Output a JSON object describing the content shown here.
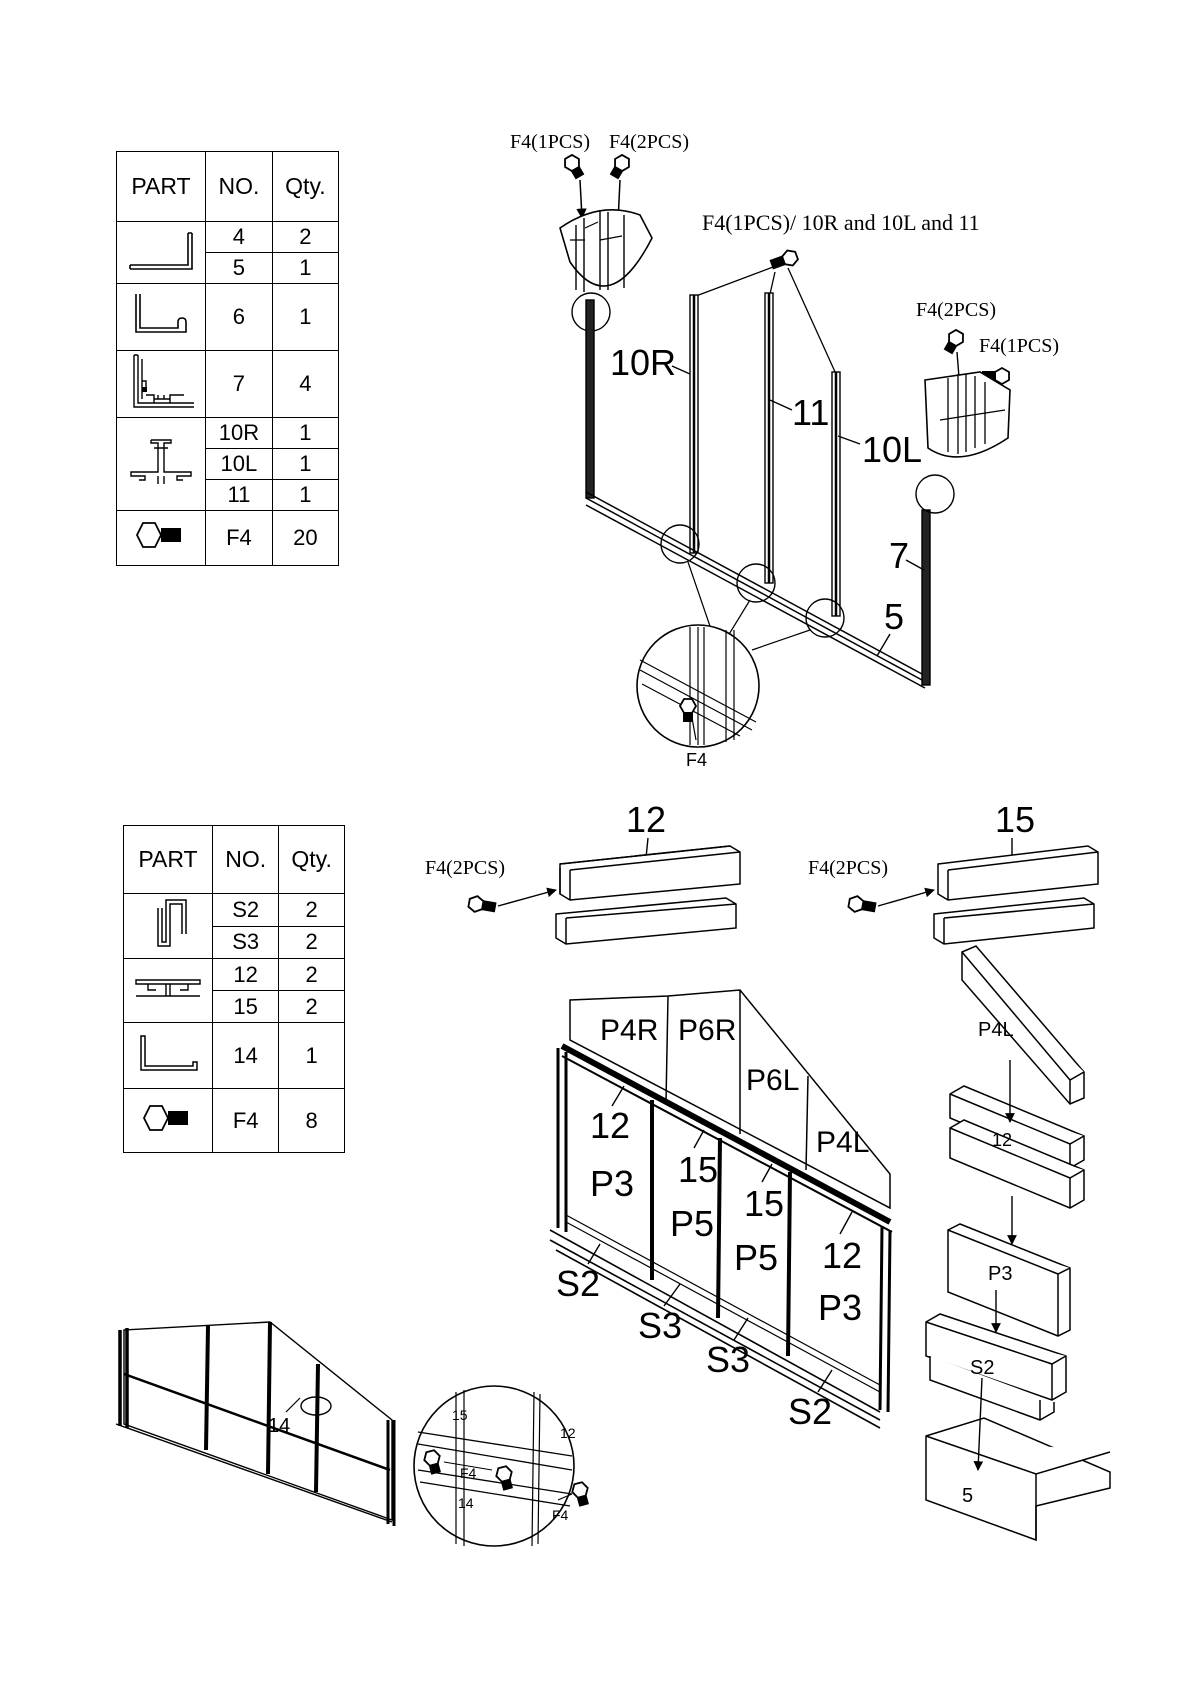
{
  "table1": {
    "headers": [
      "PART",
      "NO.",
      "Qty."
    ],
    "rows": [
      {
        "no": "4",
        "qty": "2"
      },
      {
        "no": "5",
        "qty": "1"
      },
      {
        "no": "6",
        "qty": "1"
      },
      {
        "no": "7",
        "qty": "4"
      },
      {
        "no": "10R",
        "qty": "1"
      },
      {
        "no": "10L",
        "qty": "1"
      },
      {
        "no": "11",
        "qty": "1"
      },
      {
        "no": "F4",
        "qty": "20"
      }
    ]
  },
  "table2": {
    "headers": [
      "PART",
      "NO.",
      "Qty."
    ],
    "rows": [
      {
        "no": "S2",
        "qty": "2"
      },
      {
        "no": "S3",
        "qty": "2"
      },
      {
        "no": "12",
        "qty": "2"
      },
      {
        "no": "15",
        "qty": "2"
      },
      {
        "no": "14",
        "qty": "1"
      },
      {
        "no": "F4",
        "qty": "8"
      }
    ]
  },
  "diagram1": {
    "callouts": {
      "f4_1pcs": "F4(1PCS)",
      "f4_2pcs": "F4(2PCS)",
      "f4_shared": "F4(1PCS)/ 10R and 10L and 11",
      "f4_2pcs_right": "F4(2PCS)",
      "f4_1pcs_right": "F4(1PCS)"
    },
    "labels": {
      "p10r": "10R",
      "p11": "11",
      "p10l": "10L",
      "p7": "7",
      "p5": "5",
      "f4": "F4"
    }
  },
  "diagram2": {
    "callouts": {
      "f4_2pcs_a": "F4(2PCS)",
      "f4_2pcs_b": "F4(2PCS)"
    },
    "labels": {
      "rail12": "12",
      "rail15": "15",
      "p4r": "P4R",
      "p6r": "P6R",
      "p6l": "P6L",
      "p4l": "P4L",
      "b12a": "12",
      "b15a": "15",
      "b15b": "15",
      "b12b": "12",
      "p3a": "P3",
      "p5a": "P5",
      "p5b": "P5",
      "p3b": "P3",
      "s2a": "S2",
      "s3a": "S3",
      "s3b": "S3",
      "s2b": "S2"
    },
    "stack": {
      "p4l": "P4L",
      "r12": "12",
      "p3": "P3",
      "s2": "S2",
      "b5": "5"
    }
  },
  "diagram3": {
    "labels": {
      "p14": "14",
      "d15": "15",
      "d12": "12",
      "df4a": "F4",
      "d14": "14",
      "df4b": "F4"
    }
  }
}
